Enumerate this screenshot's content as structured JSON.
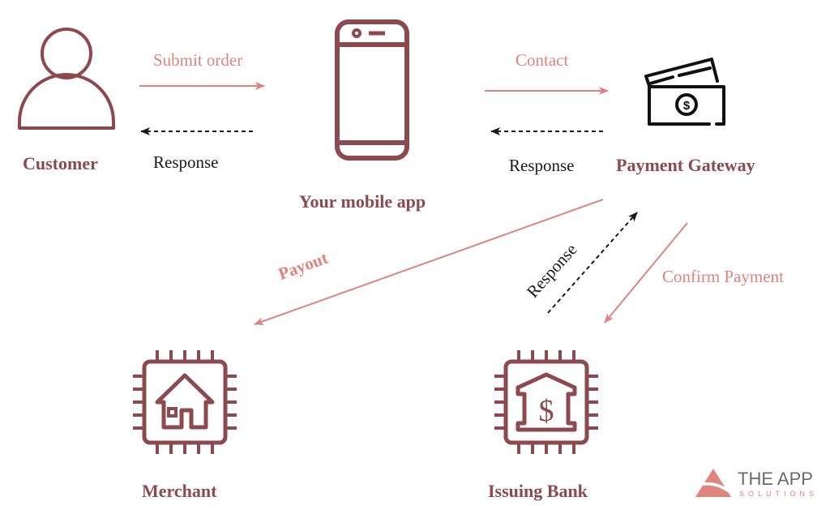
{
  "colors": {
    "icon": "#8c4a4f",
    "flow": "#e0847e",
    "response": "#1a1a1a",
    "logo_text": "#6b6b6b",
    "logo_accent": "#e0847e"
  },
  "nodes": {
    "customer": {
      "label": "Customer",
      "icon": "person-icon"
    },
    "mobile_app": {
      "label": "Your mobile app",
      "icon": "smartphone-icon"
    },
    "payment_gateway": {
      "label": "Payment Gateway",
      "icon": "cash-cards-icon"
    },
    "merchant": {
      "label": "Merchant",
      "icon": "chip-house-icon"
    },
    "issuing_bank": {
      "label": "Issuing Bank",
      "icon": "chip-bank-icon"
    }
  },
  "edges": {
    "submit_order": {
      "label": "Submit order",
      "from": "Customer",
      "to": "Your mobile app",
      "style": "solid"
    },
    "response_app_customer": {
      "label": "Response",
      "from": "Your mobile app",
      "to": "Customer",
      "style": "dashed"
    },
    "contact": {
      "label": "Contact",
      "from": "Your mobile app",
      "to": "Payment Gateway",
      "style": "solid"
    },
    "response_gateway_app": {
      "label": "Response",
      "from": "Payment Gateway",
      "to": "Your mobile app",
      "style": "dashed"
    },
    "payout": {
      "label": "Payout",
      "from": "Payment Gateway",
      "to": "Merchant",
      "style": "solid"
    },
    "response_bank_gateway": {
      "label": "Response",
      "from": "Issuing Bank",
      "to": "Payment Gateway",
      "style": "dashed"
    },
    "confirm_payment": {
      "label": "Confirm Payment",
      "from": "Payment Gateway",
      "to": "Issuing Bank",
      "style": "solid"
    }
  },
  "logo": {
    "main": "THE APP",
    "sub": "SOLUTIONS"
  }
}
